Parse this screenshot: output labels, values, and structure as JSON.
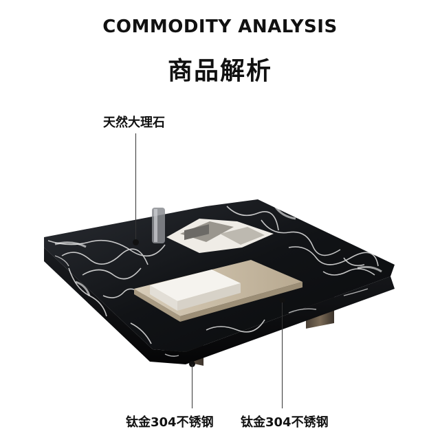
{
  "header": {
    "title_en": "COMMODITY ANALYSIS",
    "title_cn": "商品解析"
  },
  "annotations": {
    "top_label": "天然大理石",
    "bottom_left_label": "钛金304不锈钢",
    "bottom_right_label": "钛金304不锈钢"
  },
  "product": {
    "name": "marble-coffee-table",
    "colors": {
      "marble_dark": "#121418",
      "marble_vein": "#e8e8e8",
      "metal": "#6b5d4d",
      "tray": "#cfc4b2"
    }
  }
}
